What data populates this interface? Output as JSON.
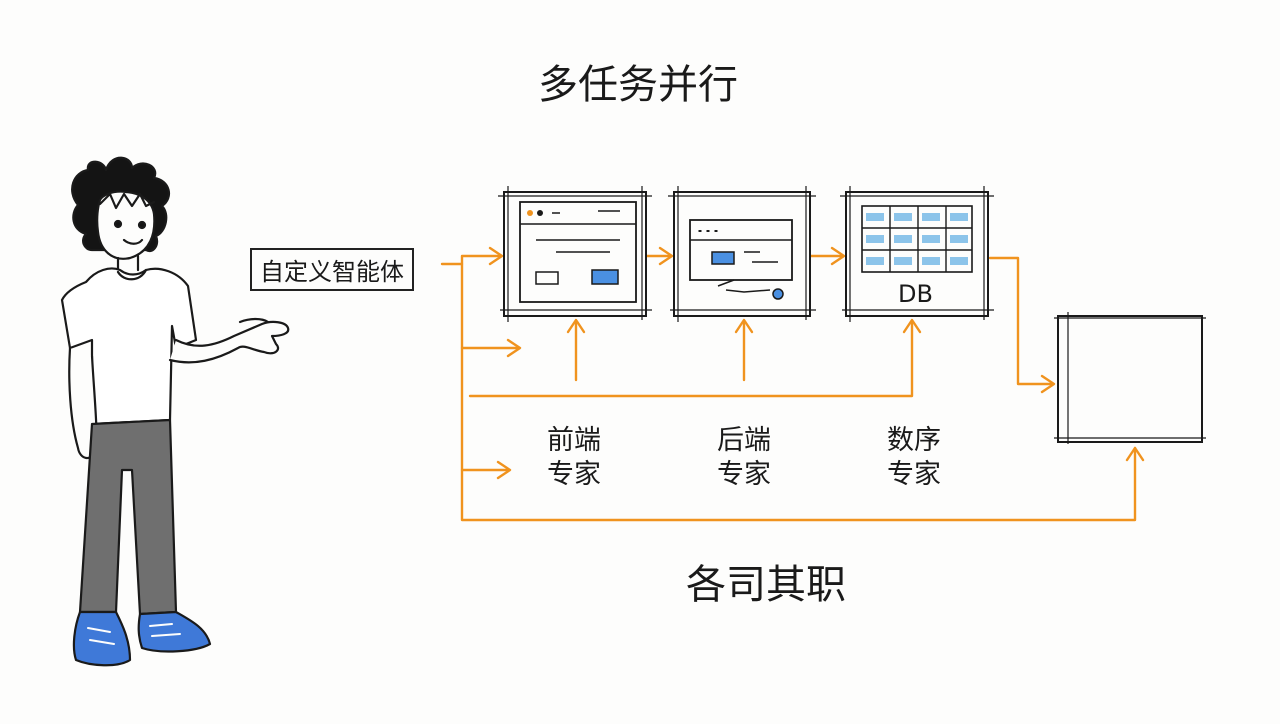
{
  "title_top": "多任务并行",
  "title_bottom": "各司其职",
  "agent_tag": "自定义智能体",
  "db_label": "DB",
  "roles": [
    {
      "line1": "前端",
      "line2": "专家"
    },
    {
      "line1": "后端",
      "line2": "专家"
    },
    {
      "line1": "数序",
      "line2": "专家"
    }
  ],
  "colors": {
    "arrow": "#f0931e",
    "ink": "#1a1a1a",
    "accent_blue": "#4a90e2",
    "cell_blue": "#8cc4ea",
    "pants": "#6f6f6f",
    "shoes": "#3f79d8"
  }
}
